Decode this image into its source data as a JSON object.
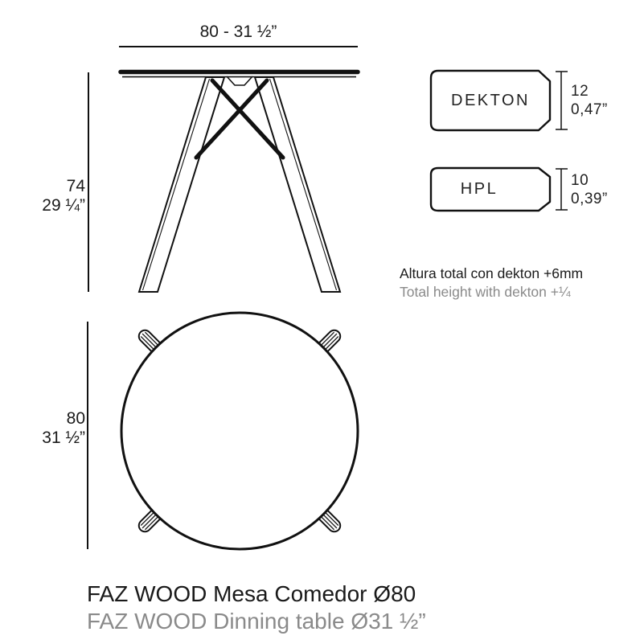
{
  "colors": {
    "ink": "#111111",
    "text_primary": "#1a1a1a",
    "text_secondary": "#8a8a8a",
    "background": "#ffffff"
  },
  "side_view": {
    "width_dim": "80 - 31 ½”",
    "height_dim_cm": "74",
    "height_dim_in": "29 ¼”"
  },
  "top_view": {
    "diameter_dim_cm": "80",
    "diameter_dim_in": "31 ½”"
  },
  "materials": [
    {
      "name": "DEKTON",
      "thickness_mm": "12",
      "thickness_in": "0,47”"
    },
    {
      "name": "HPL",
      "thickness_mm": "10",
      "thickness_in": "0,39”"
    }
  ],
  "notes": {
    "es": "Altura total con dekton +6mm",
    "en": "Total height with dekton +¼"
  },
  "titles": {
    "es": "FAZ WOOD Mesa Comedor Ø80",
    "en": "FAZ WOOD Dinning table Ø31 ½”"
  }
}
